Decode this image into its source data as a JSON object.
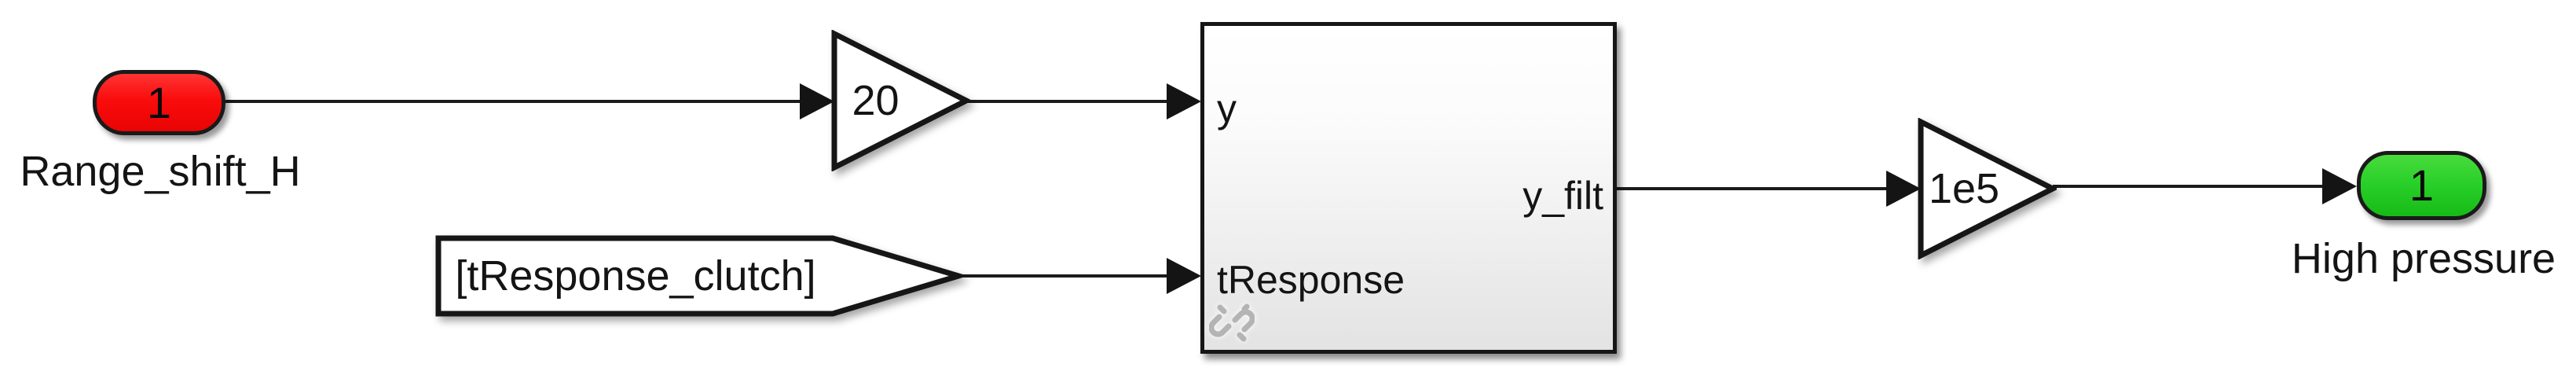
{
  "app": {
    "name": "Simulink block diagram"
  },
  "colors": {
    "inport_red": "#fa0c0c",
    "outport_green": "#2ad02a",
    "wire": "#1b1b1b",
    "block_border": "#161616",
    "badge_gray": "#b4b4b4"
  },
  "blocks": {
    "inport": {
      "port": "1",
      "name": "Range_shift_H"
    },
    "gain1": {
      "value": "20"
    },
    "from_tag": {
      "tag": "[tResponse_clutch]"
    },
    "subsystem": {
      "in_port_1": "y",
      "in_port_2": "tResponse",
      "out_port_1": "y_filt",
      "badge": "broken-library-link"
    },
    "gain2": {
      "value": "1e5"
    },
    "outport": {
      "port": "1",
      "name": "High pressure"
    }
  }
}
